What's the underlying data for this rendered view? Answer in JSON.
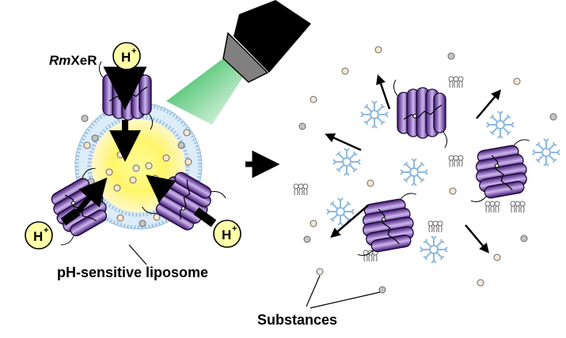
{
  "labels": {
    "protein_italic": "Rm",
    "protein_rest": "XeR",
    "liposome": "pH-sensitive liposome",
    "substances": "Substances",
    "proton": "H",
    "proton_charge": "+"
  },
  "colors": {
    "protein_dark": "#4b1c7f",
    "protein_light": "#b99be0",
    "light_beam": "#1fbf4a",
    "liposome_glow": "#fff56a",
    "proton_fill": "#ffffa8",
    "lipid_head": "#ffffff",
    "particle_light": "#fbe6d2",
    "particle_gray": "#c4c4c4",
    "micelle": "#8fb9de"
  },
  "icons": [
    "lamp-icon",
    "light-beam",
    "protein-icon",
    "proton-icon",
    "liposome-icon",
    "lipid-icon",
    "micelle-icon",
    "arrow-icon",
    "substance-particle"
  ]
}
